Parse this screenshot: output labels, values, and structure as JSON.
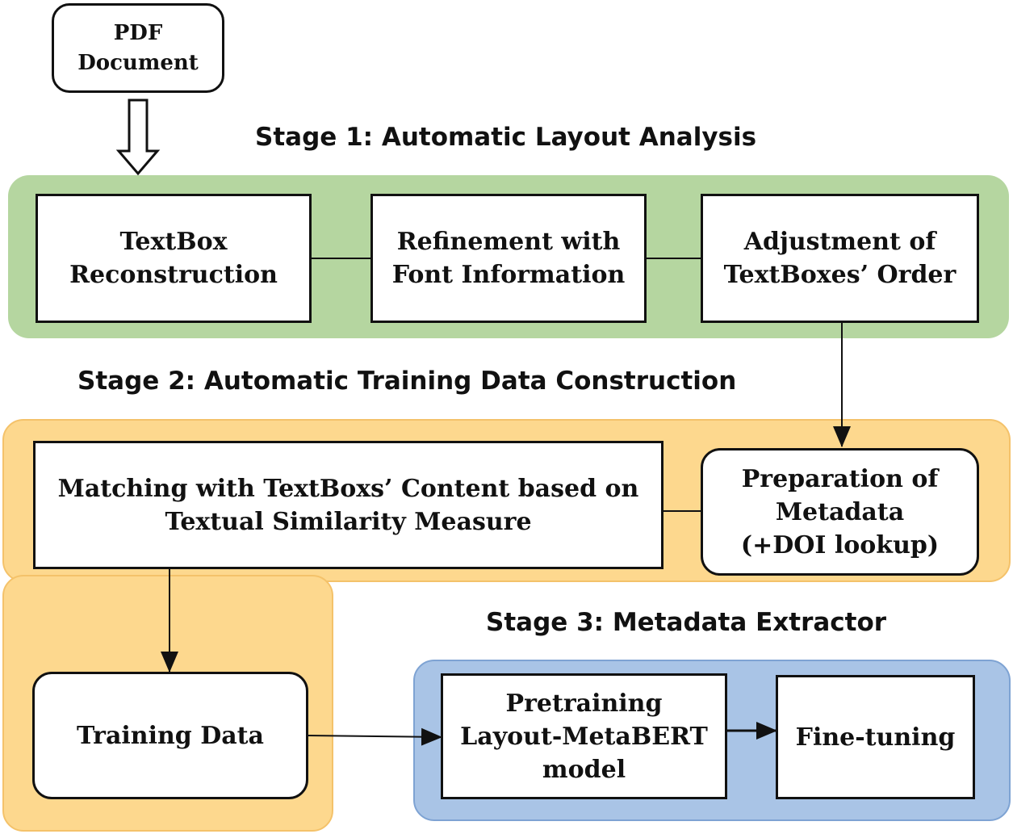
{
  "input": {
    "label": "PDF\nDocument"
  },
  "stage1": {
    "title": "Stage 1: Automatic Layout Analysis",
    "boxes": [
      "TextBox\nReconstruction",
      "Refinement with\nFont Information",
      "Adjustment of\nTextBoxes’ Order"
    ]
  },
  "stage2": {
    "title": "Stage 2: Automatic Training Data Construction",
    "matching": "Matching with TextBoxs’ Content based on\nTextual Similarity Measure",
    "preparation": "Preparation of\nMetadata\n(+DOI lookup)"
  },
  "training": {
    "label": "Training Data"
  },
  "stage3": {
    "title": "Stage 3: Metadata Extractor",
    "pretraining": "Pretraining\nLayout-MetaBERT\nmodel",
    "finetuning": "Fine-tuning"
  },
  "colors": {
    "stage1_panel": "#b5d6a0",
    "stage2_panel": "#fdd88e",
    "stage3_panel": "#a9c4e6"
  }
}
